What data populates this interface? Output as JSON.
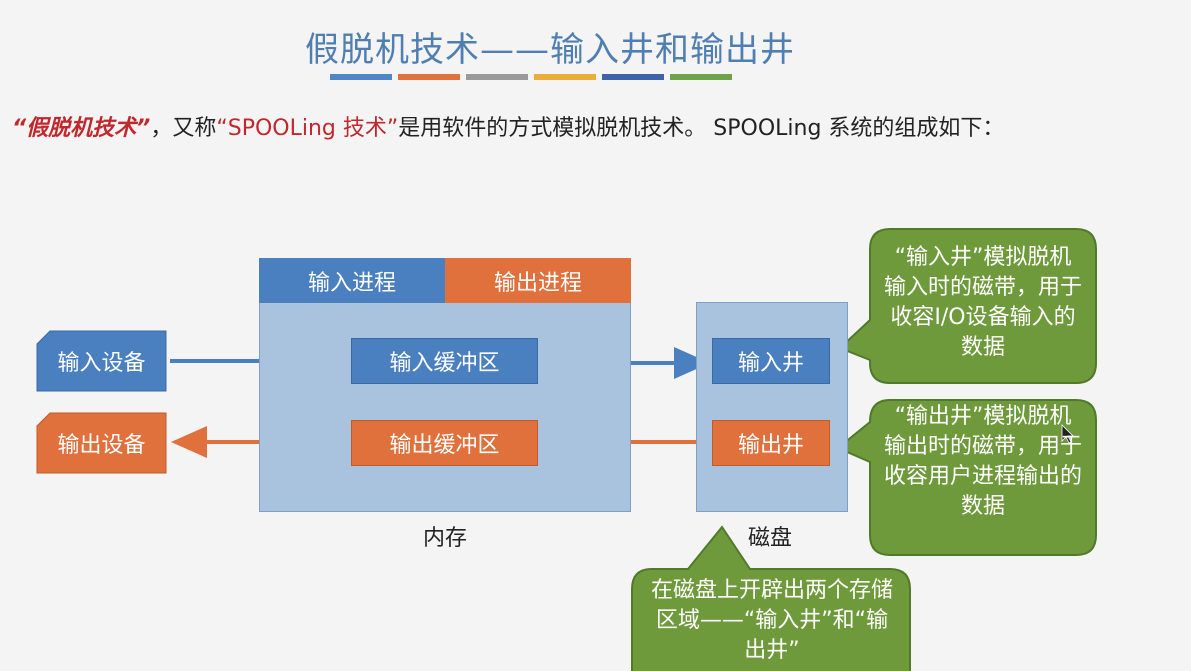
{
  "title": "假脱机技术——输入井和输出井",
  "intro": {
    "part1": "“假脱机技术”",
    "part2": "，又称",
    "part3": "“SPOOLing 技术”",
    "part4": "是用软件的方式模拟脱机技术。 SPOOLing 系统的组成如下："
  },
  "memory": {
    "input_process": "输入进程",
    "output_process": "输出进程",
    "input_buffer": "输入缓冲区",
    "output_buffer": "输出缓冲区",
    "label": "内存"
  },
  "disk": {
    "input_well": "输入井",
    "output_well": "输出井",
    "label": "磁盘"
  },
  "devices": {
    "input": "输入设备",
    "output": "输出设备"
  },
  "callouts": {
    "input_well_desc": "“输入井”模拟脱机输入时的磁带，用于收容I/O设备输入的数据",
    "output_well_desc": "“输出井”模拟脱机输出时的磁带，用于收容用户进程输出的数据",
    "disk_desc": "在磁盘上开辟出两个存储区域——“输入井”和“输出井”"
  },
  "colors": {
    "blue": "#4a7fc0",
    "orange": "#e0703c",
    "light_blue": "#a9c3de",
    "green": "#6f9a3c",
    "title_blue": "#4f7fb2",
    "red": "#c0282d"
  }
}
